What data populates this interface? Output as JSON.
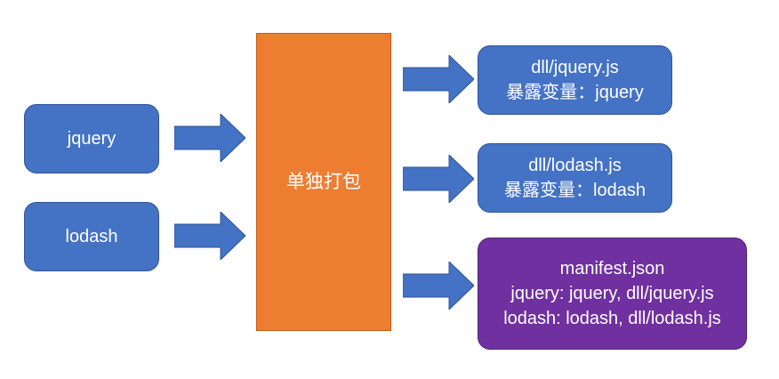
{
  "inputs": [
    {
      "label": "jquery"
    },
    {
      "label": "lodash"
    }
  ],
  "process": {
    "label": "单独打包"
  },
  "outputs": [
    {
      "line1": "dll/jquery.js",
      "line2": "暴露变量：jquery"
    },
    {
      "line1": "dll/lodash.js",
      "line2": "暴露变量：lodash"
    }
  ],
  "manifest": {
    "line1": "manifest.json",
    "line2": "jquery: jquery, dll/jquery.js",
    "line3": "lodash: lodash, dll/lodash.js"
  },
  "colors": {
    "input_box": "#4472c4",
    "process_box": "#ed7d31",
    "output_box": "#4472c4",
    "manifest_box": "#7030a0",
    "arrow": "#4472c4"
  }
}
